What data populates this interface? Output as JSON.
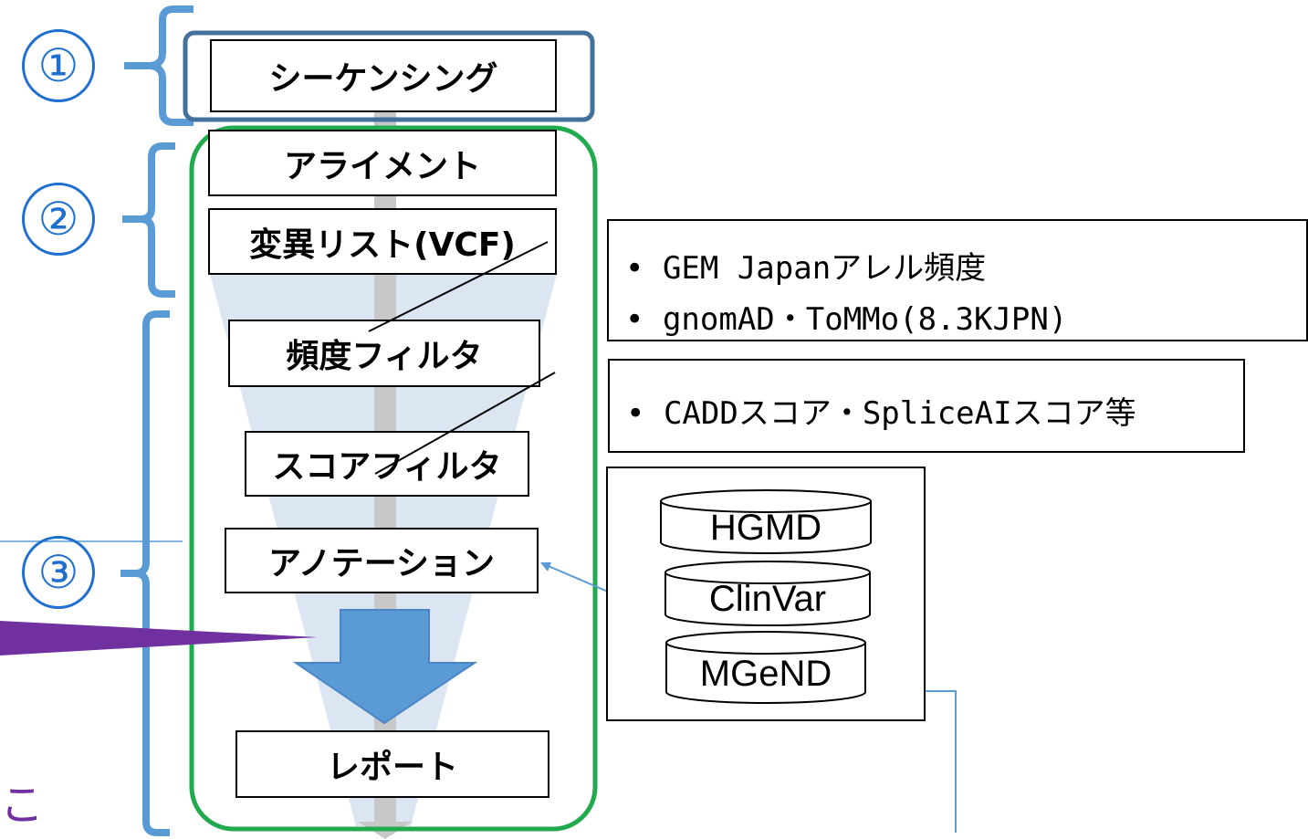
{
  "stage_labels": [
    "①",
    "②",
    "③"
  ],
  "steps": {
    "sequencing": "シーケンシング",
    "alignment": "アライメント",
    "variant_list": "変異リスト(VCF)",
    "frequency_filter": "頻度フィルタ",
    "score_filter": "スコアフィルタ",
    "annotation": "アノテーション",
    "report": "レポート"
  },
  "notes": {
    "frequency": [
      "• GEM Japanアレル頻度",
      "• gnomAD・ToMMo(8.3KJPN)"
    ],
    "score": [
      "• CADDスコア・SpliceAIスコア等"
    ]
  },
  "databases": [
    "HGMD",
    "ClinVar",
    "MGeND"
  ],
  "stray_text": "こ",
  "colors": {
    "bracket": "#5b9bd5",
    "stage_circle": "#1f6fd1",
    "sequencing_highlight": "#44719c",
    "pipeline_frame": "#22aa4f",
    "funnel": "#dce6f2",
    "pipe": "#c8c8c8",
    "arrow": "#5b9bd5",
    "callout": "#7030a0"
  }
}
